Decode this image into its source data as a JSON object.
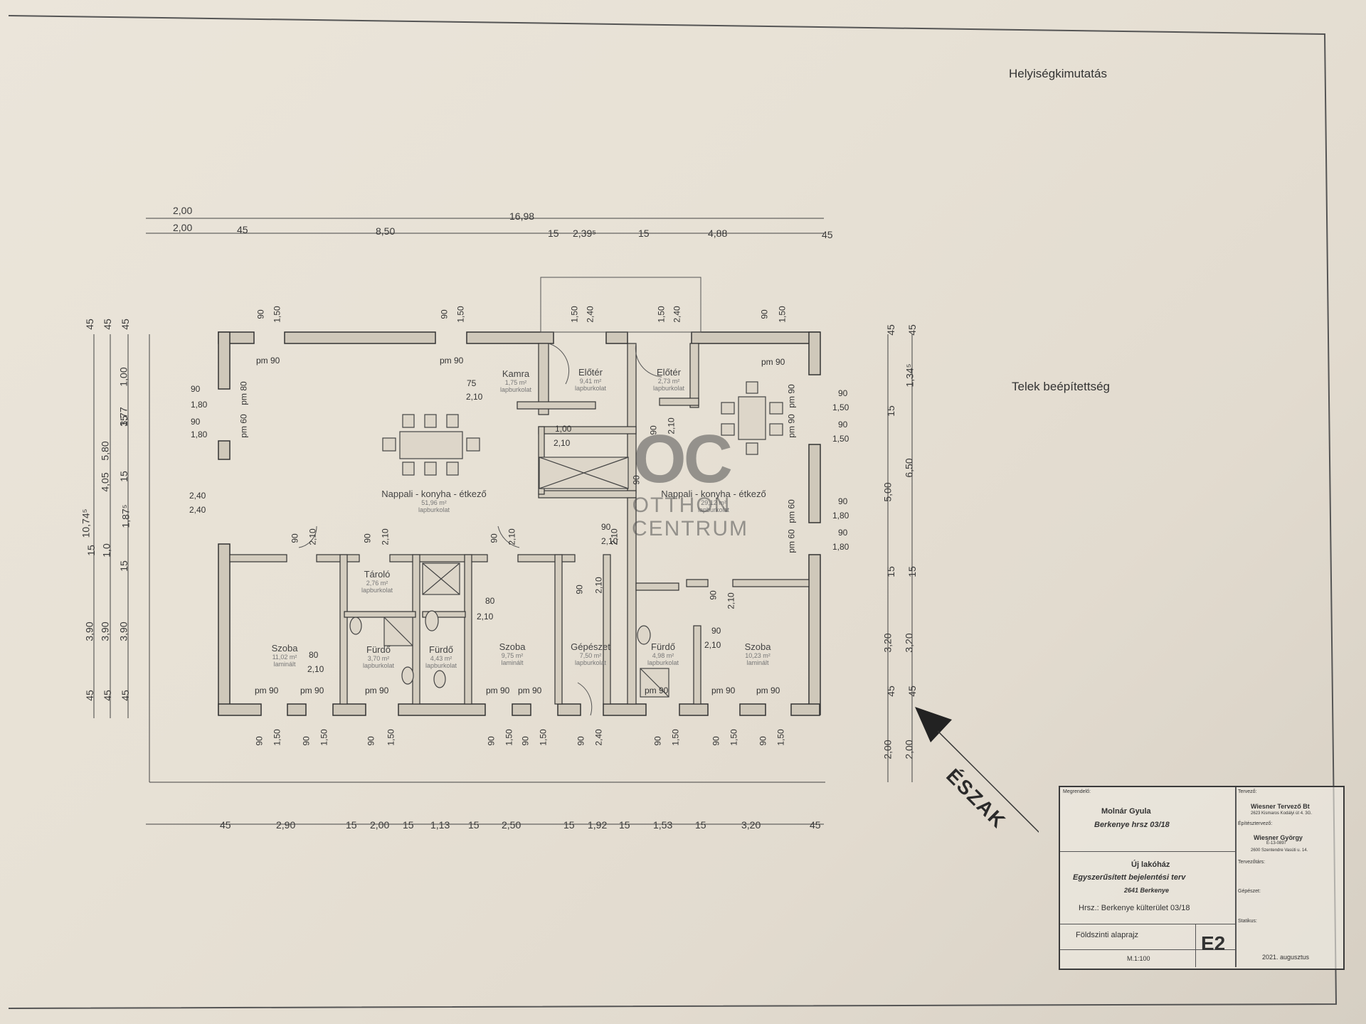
{
  "headers": {
    "room_list": "Helyiségkimutatás",
    "coverage": "Telek beépítettség"
  },
  "dims_top": {
    "line1_a": "2,00",
    "line1_b": "16,98",
    "line2": [
      "2,00",
      "45",
      "8,50",
      "15",
      "2,39⁵",
      "15",
      "4,88",
      "45"
    ]
  },
  "dims_bottom": [
    "45",
    "2,90",
    "15",
    "2,00",
    "15",
    "1,13",
    "15",
    "2,50",
    "15",
    "1,92",
    "15",
    "1,53",
    "15",
    "3,20",
    "45"
  ],
  "dims_left": {
    "col1": [
      "45",
      "10,74⁵",
      "15",
      "3,90",
      "45"
    ],
    "col2": [
      "45",
      "5,80",
      "4,05",
      "1,0",
      "3,90",
      "45"
    ],
    "col3": [
      "45",
      "1,00",
      "15",
      "3,77",
      "15",
      "1,87⁵",
      "15",
      "3,90",
      "45"
    ]
  },
  "dims_right": {
    "col1": [
      "45",
      "15",
      "5,00",
      "15",
      "3,20",
      "45",
      "2,00"
    ],
    "col2": [
      "45",
      "1,34⁵",
      "6,50",
      "15",
      "3,20",
      "45",
      "2,00"
    ]
  },
  "openings_left": [
    "90",
    "1,80",
    "90",
    "1,80",
    "2,40",
    "2,40"
  ],
  "openings_right": [
    "90",
    "1,50",
    "90",
    "1,50",
    "90",
    "1,80",
    "90",
    "1,80"
  ],
  "pm_labels": [
    "pm 90",
    "pm 90",
    "pm 90",
    "pm 60",
    "pm 80",
    "pm 90",
    "pm 90",
    "pm 60",
    "pm 60"
  ],
  "pm_bottom": [
    "pm 90",
    "pm 90",
    "pm 90",
    "pm 90",
    "pm 90",
    "pm 90",
    "pm 90",
    "pm 90"
  ],
  "window_pairs_top": [
    [
      "90",
      "1,50"
    ],
    [
      "90",
      "1,50"
    ],
    [
      "1,50",
      "2,40"
    ],
    [
      "1,50",
      "2,40"
    ],
    [
      "90",
      "1,50"
    ]
  ],
  "window_pairs_bottom": [
    [
      "90",
      "1,50"
    ],
    [
      "90",
      "1,50"
    ],
    [
      "90",
      "1,50"
    ],
    [
      "90",
      "1,50"
    ],
    [
      "90",
      "1,50"
    ],
    [
      "90",
      "2,40"
    ],
    [
      "90",
      "1,50"
    ],
    [
      "90",
      "1,50"
    ],
    [
      "90",
      "1,50"
    ]
  ],
  "door_pairs": [
    [
      "90",
      "2,10"
    ],
    [
      "90",
      "2,10"
    ],
    [
      "90",
      "2,10"
    ],
    [
      "90",
      "2,10"
    ],
    [
      "90",
      "2,10"
    ],
    [
      "90",
      "2,10"
    ],
    [
      "90",
      "2,10"
    ]
  ],
  "inner_dims": {
    "kamra": [
      "75",
      "2,10"
    ],
    "eloter": [
      "1,00",
      "2,10"
    ],
    "nappali2": [
      "90",
      "2,10"
    ],
    "furdo1": [
      "80",
      "2,10"
    ],
    "furdo2": [
      "80",
      "2,10"
    ],
    "furdo3": [
      "90",
      "2,10"
    ]
  },
  "rooms": [
    {
      "name": "Kamra",
      "area": "1,75 m²",
      "floor": "lapburkolat"
    },
    {
      "name": "Előtér",
      "area": "9,41 m²",
      "floor": "lapburkolat"
    },
    {
      "name": "Előtér",
      "area": "2,73 m²",
      "floor": "lapburkolat"
    },
    {
      "name": "Nappali - konyha - étkező",
      "area": "51,96 m²",
      "floor": "lapburkolat"
    },
    {
      "name": "Nappali - konyha - étkező",
      "area": "29,12 m²",
      "floor": "lapburkolat"
    },
    {
      "name": "Tároló",
      "area": "2,76 m²",
      "floor": "lapburkolat"
    },
    {
      "name": "Szoba",
      "area": "11,02 m²",
      "floor": "laminált"
    },
    {
      "name": "Fürdő",
      "area": "3,70 m²",
      "floor": "lapburkolat"
    },
    {
      "name": "Fürdő",
      "area": "4,43 m²",
      "floor": "lapburkolat"
    },
    {
      "name": "Szoba",
      "area": "9,75 m²",
      "floor": "laminált"
    },
    {
      "name": "Gépészet",
      "area": "7,50 m²",
      "floor": "lapburkolat"
    },
    {
      "name": "Fürdő",
      "area": "4,98 m²",
      "floor": "lapburkolat"
    },
    {
      "name": "Szoba",
      "area": "10,23 m²",
      "floor": "laminált"
    }
  ],
  "north": "ÉSZAK",
  "watermark": {
    "logo": "OC",
    "line1": "OTTHON",
    "line2": "CENTRUM"
  },
  "title_block": {
    "client_label": "Megrendelő:",
    "client_name": "Molnár Gyula",
    "client_address": "Berkenye hrsz 03/18",
    "designer_label": "Tervező:",
    "designer_company": "Wiesner Tervező Bt",
    "designer_address": "2623 Kismaros Kodályi út 4. 3G.",
    "architect_label": "Építésztervező:",
    "architect_name": "Wiesner György",
    "architect_id": "É-13-0897",
    "architect_address": "2600 Szentendre Vasúti u. 14.",
    "consultant_label": "Tervezőtárs:",
    "project_type": "Új lakóház",
    "plan_type": "Egyszerűsített bejelentési terv",
    "location": "2641 Berkenye",
    "parcel": "Hrsz.: Berkenye külterület 03/18",
    "dept_label": "Gépészet:",
    "stat_label": "Statikus:",
    "drawing_name": "Földszinti alaprajz",
    "sheet_code": "E2",
    "scale": "M.1:100",
    "date": "2021. augusztus"
  }
}
